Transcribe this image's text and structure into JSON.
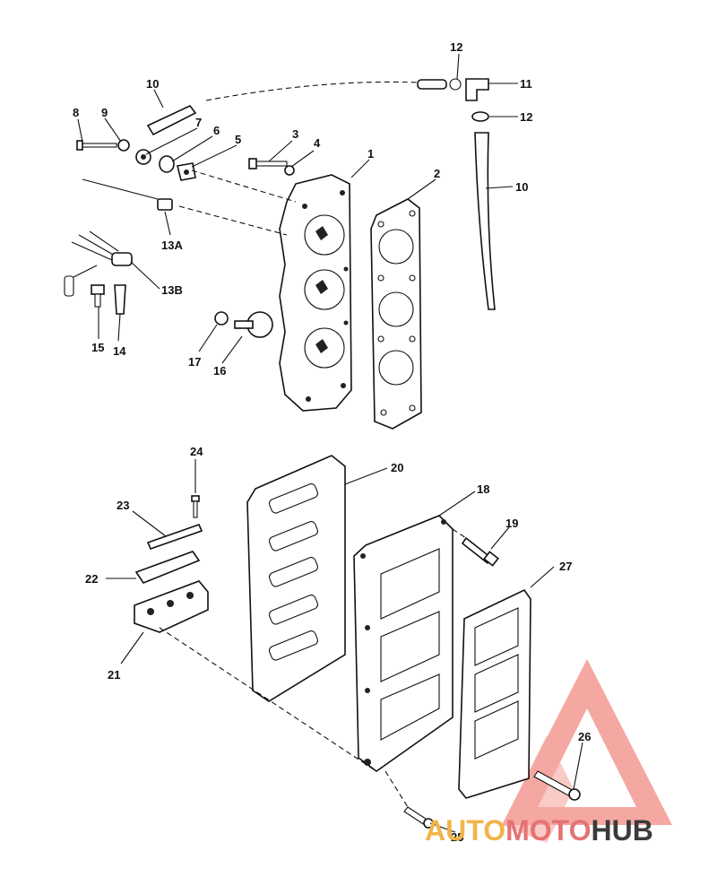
{
  "diagram": {
    "callouts": {
      "p1": "1",
      "p2": "2",
      "p3": "3",
      "p4": "4",
      "p5": "5",
      "p6": "6",
      "p7": "7",
      "p8": "8",
      "p9": "9",
      "p10a": "10",
      "p10b": "10",
      "p11": "11",
      "p12a": "12",
      "p12b": "12",
      "p13a": "13A",
      "p13b": "13B",
      "p14": "14",
      "p15": "15",
      "p16": "16",
      "p17": "17",
      "p18": "18",
      "p19": "19",
      "p20": "20",
      "p21": "21",
      "p22": "22",
      "p23": "23",
      "p24": "24",
      "p25": "25",
      "p26": "26",
      "p27": "27"
    }
  },
  "watermark": {
    "part1": "AUTO",
    "part2": "MOTO",
    "part3": "HUB",
    "colors": {
      "auto": "#f0b54a",
      "moto": "#e57373",
      "hub": "#3b3b3b",
      "logo": "#f28b82"
    }
  }
}
